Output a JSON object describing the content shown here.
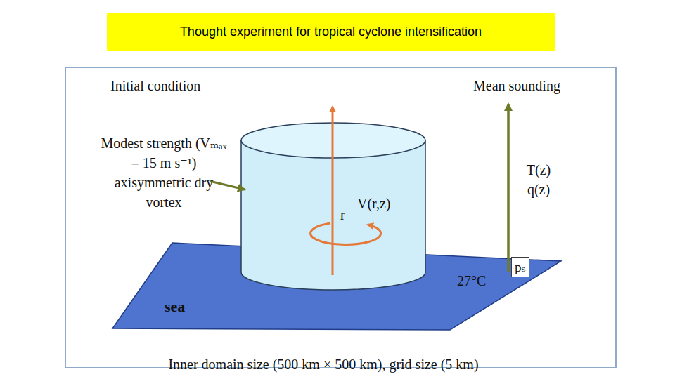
{
  "diagram": {
    "title": "Thought experiment for tropical cyclone intensification",
    "nodes": [
      {
        "text": [
          "pₛ"
        ]
      }
    ],
    "labels": [
      "Initial condition",
      "Mean sounding",
      "Modest strength (Vₘₐₓ = 15 m s⁻¹) axisymmetric dry vortex",
      "V(r,z)",
      "r",
      "T(z) q(z)",
      "27°C",
      "sea",
      "Inner domain size (500 km × 500 km), grid size (5 km)"
    ]
  }
}
